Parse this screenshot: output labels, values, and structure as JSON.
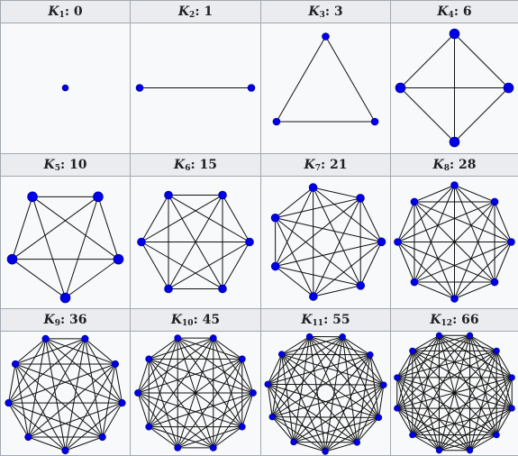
{
  "colors": {
    "vertex": "#0000e6",
    "edge": "#111111",
    "header_bg": "#eaecf0",
    "cell_bg": "#f8f9fa",
    "border": "#a2a9b1"
  },
  "graphs": [
    {
      "symbol": "K",
      "index": "1",
      "edges": "0",
      "n": 1
    },
    {
      "symbol": "K",
      "index": "2",
      "edges": "1",
      "n": 2
    },
    {
      "symbol": "K",
      "index": "3",
      "edges": "3",
      "n": 3
    },
    {
      "symbol": "K",
      "index": "4",
      "edges": "6",
      "n": 4
    },
    {
      "symbol": "K",
      "index": "5",
      "edges": "10",
      "n": 5
    },
    {
      "symbol": "K",
      "index": "6",
      "edges": "15",
      "n": 6
    },
    {
      "symbol": "K",
      "index": "7",
      "edges": "21",
      "n": 7
    },
    {
      "symbol": "K",
      "index": "8",
      "edges": "28",
      "n": 8
    },
    {
      "symbol": "K",
      "index": "9",
      "edges": "36",
      "n": 9
    },
    {
      "symbol": "K",
      "index": "10",
      "edges": "45",
      "n": 10
    },
    {
      "symbol": "K",
      "index": "11",
      "edges": "55",
      "n": 11
    },
    {
      "symbol": "K",
      "index": "12",
      "edges": "66",
      "n": 12
    }
  ]
}
